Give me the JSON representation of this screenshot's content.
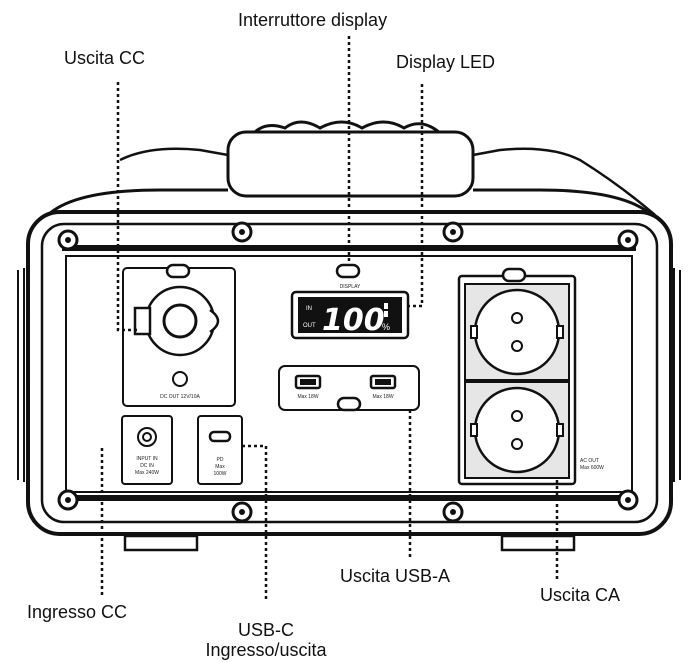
{
  "labels": {
    "dc_out": "Uscita CC",
    "display_switch": "Interruttore display",
    "led_display": "Display LED",
    "usb_a_out": "Uscita USB-A",
    "ac_out": "Uscita CA",
    "dc_in": "Ingresso CC",
    "usb_c_line1": "USB-C",
    "usb_c_line2": "Ingresso/uscita"
  },
  "panel_text": {
    "display_button": "DISPLAY",
    "lcd_in": "IN",
    "lcd_out": "OUT",
    "lcd_value": "100",
    "lcd_percent": "%",
    "dc_out_caption": "DC OUT 12V/10A",
    "usb_a_left": "Max 18W",
    "usb_a_right": "Max 18W",
    "dc_in_line1": "INPUT IN",
    "dc_in_line2": "DC IN",
    "dc_in_line3": "Max 240W",
    "usbc_line1": "PD",
    "usbc_line2": "Max",
    "usbc_line3": "100W",
    "ac_line1": "AC OUT",
    "ac_line2": "Max 600W"
  },
  "colors": {
    "line": "#111111",
    "panel": "#ffffff",
    "shade": "#e6e6e6",
    "lcd_bg": "#111111",
    "lcd_fg": "#ffffff"
  }
}
